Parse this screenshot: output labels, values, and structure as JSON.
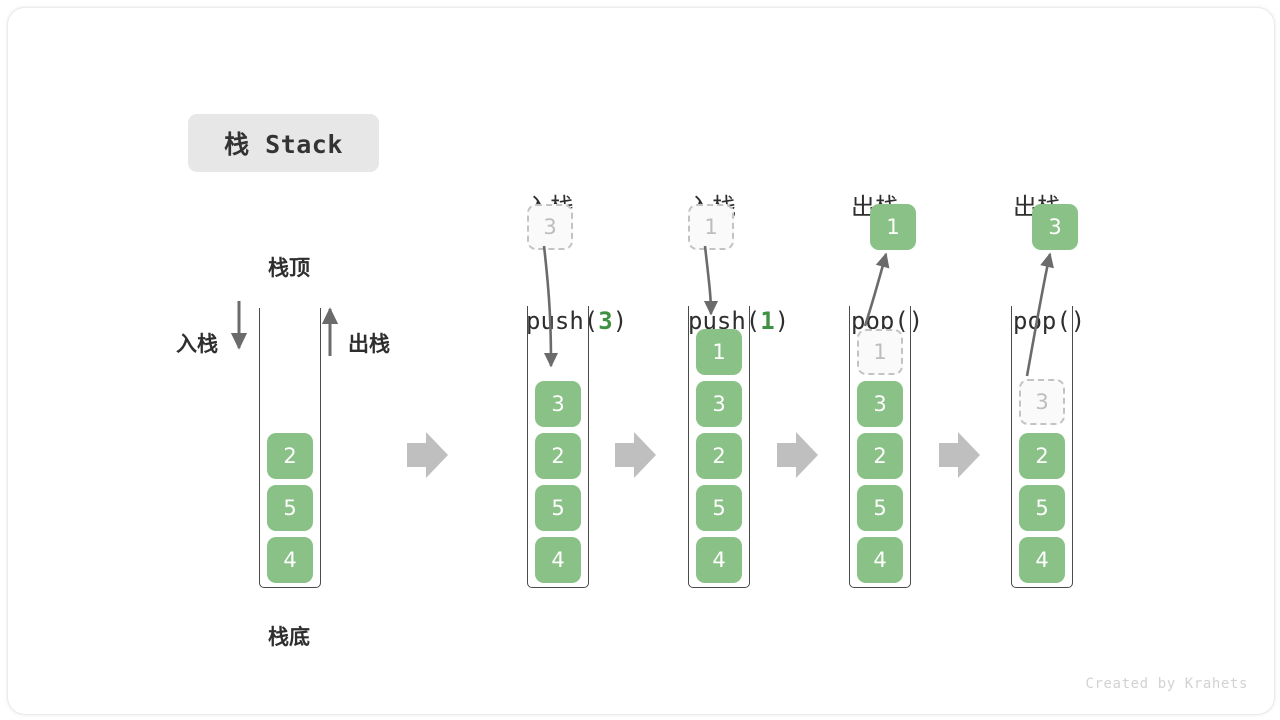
{
  "title": {
    "label": "栈 Stack"
  },
  "footer": {
    "credit": "Created by Krahets"
  },
  "colors": {
    "element_green": "#8ac186",
    "ghost_fill": "#fafafa",
    "ghost_border": "#c3c3c3",
    "tube_border": "#4b4b4b",
    "arrow_gray": "#6b6b6b",
    "step_arrow_gray": "#bfbfbf",
    "badge_bg": "#e7e7e7",
    "code_accent": "#3f9142",
    "text": "#2e2e2e",
    "footer_text": "#d2d2d2"
  },
  "legend": {
    "top_label": "栈顶",
    "bottom_label": "栈底",
    "push_label": "入栈",
    "pop_label": "出栈"
  },
  "columns": [
    {
      "id": "initial",
      "kind": "initial",
      "head_cn": "",
      "head_code": "",
      "head_code_prefix": "",
      "head_code_arg": "",
      "head_code_suffix": "",
      "stack": [
        "2",
        "5",
        "4"
      ],
      "ghost_in_tube": null,
      "floating_box": null,
      "floating_box_style": ""
    },
    {
      "id": "push-3",
      "kind": "push",
      "head_cn": "入栈",
      "head_code_prefix": "push(",
      "head_code_arg": "3",
      "head_code_suffix": ")",
      "stack": [
        "3",
        "2",
        "5",
        "4"
      ],
      "ghost_in_tube": null,
      "floating_box": "3",
      "floating_box_style": "ghost"
    },
    {
      "id": "push-1",
      "kind": "push",
      "head_cn": "入栈",
      "head_code_prefix": "push(",
      "head_code_arg": "1",
      "head_code_suffix": ")",
      "stack": [
        "1",
        "3",
        "2",
        "5",
        "4"
      ],
      "ghost_in_tube": null,
      "floating_box": "1",
      "floating_box_style": "ghost"
    },
    {
      "id": "pop-1",
      "kind": "pop",
      "head_cn": "出栈",
      "head_code_prefix": "pop(",
      "head_code_arg": "",
      "head_code_suffix": ")",
      "stack": [
        "3",
        "2",
        "5",
        "4"
      ],
      "ghost_in_tube": "1",
      "floating_box": "1",
      "floating_box_style": "solid"
    },
    {
      "id": "pop-3",
      "kind": "pop",
      "head_cn": "出栈",
      "head_code_prefix": "pop(",
      "head_code_arg": "",
      "head_code_suffix": ")",
      "stack": [
        "2",
        "5",
        "4"
      ],
      "ghost_in_tube": "3",
      "floating_box": "3",
      "floating_box_style": "solid"
    }
  ],
  "step_arrows": [
    {
      "name": "step-arrow-1"
    },
    {
      "name": "step-arrow-2"
    },
    {
      "name": "step-arrow-3"
    },
    {
      "name": "step-arrow-4"
    }
  ]
}
